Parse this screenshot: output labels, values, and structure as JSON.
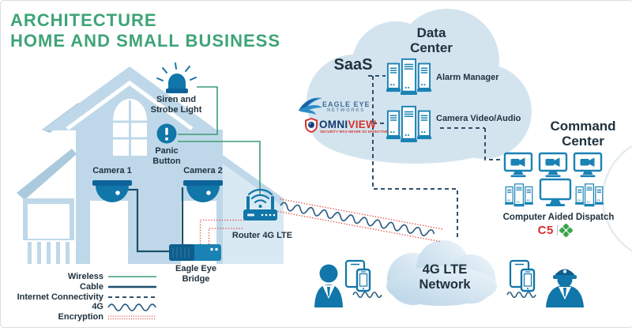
{
  "title": {
    "line1": "ARCHITECTURE",
    "line2": "HOME AND SMALL BUSINESS"
  },
  "house": {
    "siren": {
      "line1": "Siren and",
      "line2": "Strobe Light"
    },
    "panic": {
      "line1": "Panic",
      "line2": "Button"
    },
    "camera1": "Camera 1",
    "camera2": "Camera 2",
    "bridge": {
      "line1": "Eagle Eye",
      "line2": "Bridge"
    },
    "router": "Router 4G LTE"
  },
  "cloud": {
    "saas": "SaaS",
    "data_center": {
      "line1": "Data",
      "line2": "Center"
    },
    "alarm_manager": "Alarm Manager",
    "camera_video_audio": "Camera Video/Audio",
    "eagle_eye_logo": {
      "line1": "EAGLE EYE",
      "line2": "NETWORKS"
    },
    "omniview_logo": {
      "part1": "OMNI",
      "part2": "VIEW",
      "tagline": "SECURITY WAS NEVER SO EFFECTIVE"
    }
  },
  "command_center": {
    "title": {
      "line1": "Command",
      "line2": "Center"
    },
    "caption": "Computer Aided Dispatch",
    "c5": "C5"
  },
  "lte_network": {
    "line1": "4G LTE",
    "line2": "Network"
  },
  "legend": {
    "items": [
      {
        "label": "Wireless",
        "style": "green-solid"
      },
      {
        "label": "Cable",
        "style": "navy-solid"
      },
      {
        "label": "Internet Connectivity",
        "style": "navy-dashed"
      },
      {
        "label": "4G",
        "style": "blue-wave"
      },
      {
        "label": "Encryption",
        "style": "red-dotted"
      }
    ]
  },
  "colors": {
    "title_green": "#3ea476",
    "wireless_green": "#3d9c74",
    "cable_navy": "#1d4f6e",
    "dashed_navy": "#30506a",
    "wave_blue": "#2e5f80",
    "encryption_red": "#e14338",
    "icon_blue": "#1176a9",
    "icon_blue_dark": "#0d649a",
    "outline_blue": "#1a82b4",
    "cloud_fill": "#d4e4ef",
    "house_fill": "#bfd8e9",
    "house_light": "#d9e9f3",
    "text_dark": "#20323f",
    "c5_red": "#d32f2f",
    "c5_green": "#3aa54b",
    "omni_navy": "#123c6e",
    "omni_red": "#d6332e"
  }
}
